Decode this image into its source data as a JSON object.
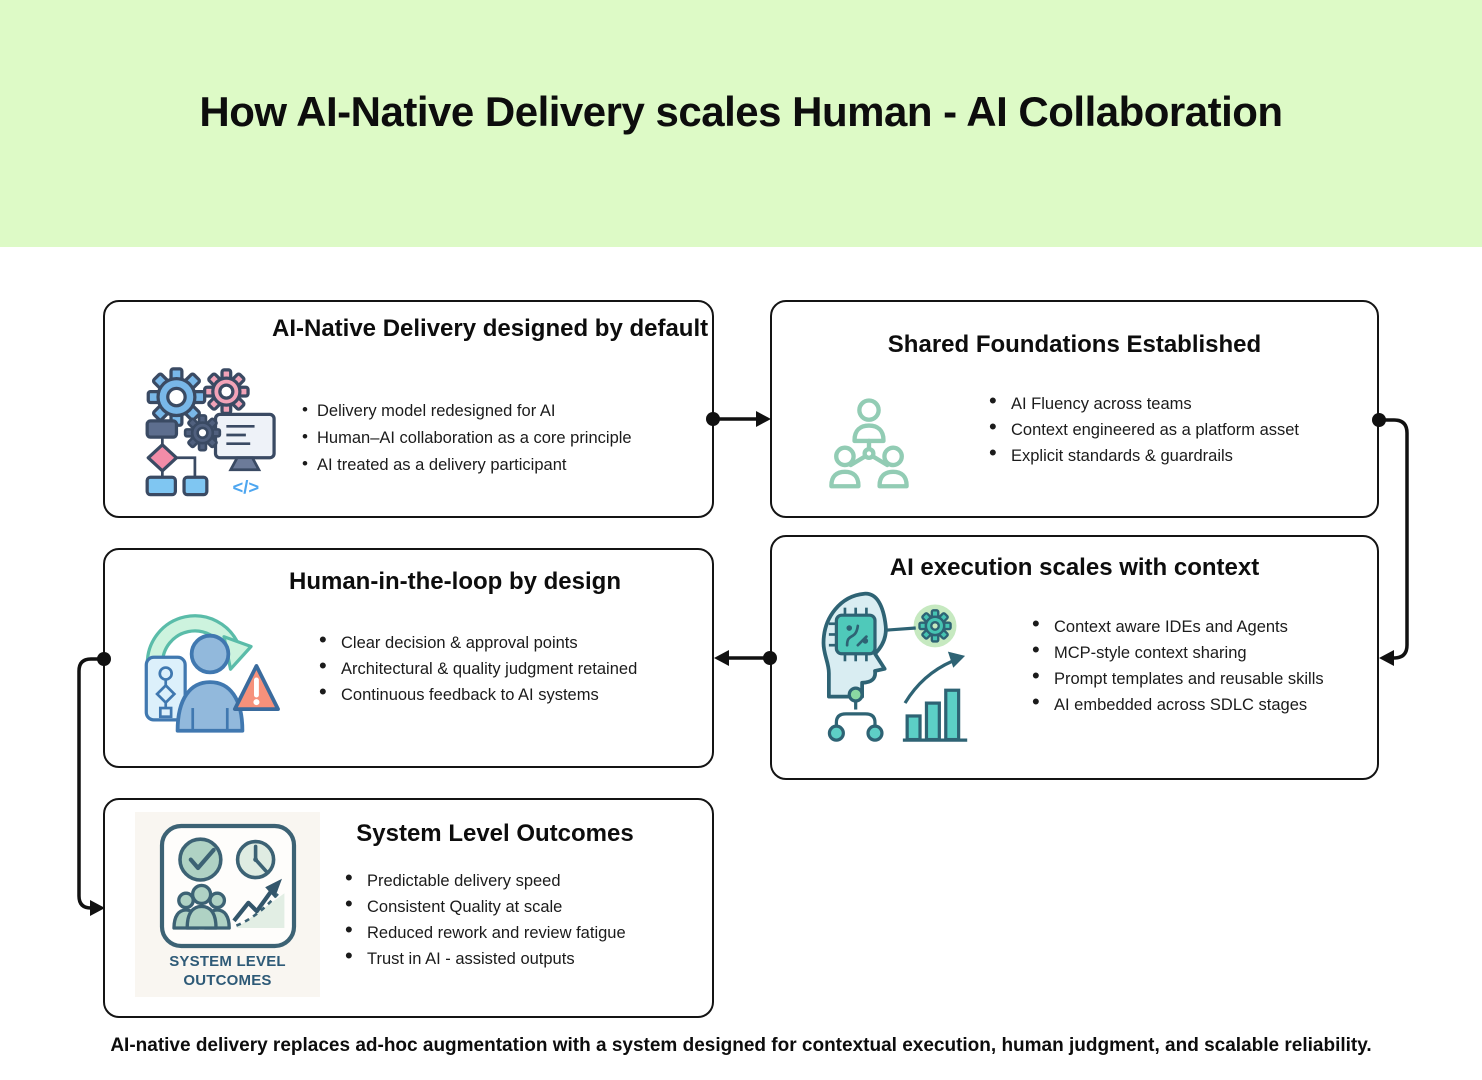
{
  "header": {
    "title": "How AI-Native Delivery scales Human - AI Collaboration"
  },
  "boxes": [
    {
      "id": "ai-native-delivery",
      "title": "AI-Native Delivery designed by default",
      "icon": "gears-flowchart-monitor-icon",
      "bullets": [
        "Delivery model redesigned for AI",
        "Human–AI collaboration as a core principle",
        "AI treated as a delivery participant"
      ]
    },
    {
      "id": "shared-foundations",
      "title": "Shared Foundations Established",
      "icon": "team-org-chart-icon",
      "bullets": [
        "AI Fluency across teams",
        "Context engineered as a platform asset",
        "Explicit standards & guardrails"
      ]
    },
    {
      "id": "ai-execution",
      "title": "AI execution scales with context",
      "icon": "ai-head-chip-icon",
      "bullets": [
        "Context aware IDEs and Agents",
        "MCP-style context sharing",
        "Prompt templates and reusable skills",
        "AI embedded across SDLC stages"
      ]
    },
    {
      "id": "human-in-the-loop",
      "title": "Human-in-the-loop by design",
      "icon": "human-loop-approval-icon",
      "bullets": [
        "Clear decision & approval points",
        "Architectural & quality judgment retained",
        "Continuous feedback to AI systems"
      ]
    },
    {
      "id": "system-level-outcomes",
      "title": "System Level Outcomes",
      "icon": "system-level-outcomes-badge-icon",
      "icon_caption": "SYSTEM LEVEL OUTCOMES",
      "bullets": [
        "Predictable delivery speed",
        "Consistent Quality at scale",
        "Reduced rework and review fatigue",
        "Trust in AI - assisted outputs"
      ]
    }
  ],
  "footer": {
    "text": "AI-native delivery replaces ad-hoc augmentation with a system designed for contextual execution, human judgment, and scalable reliability."
  },
  "colors": {
    "header_background": "#DDFAC6",
    "card_border": "#141414",
    "connector": "#111111",
    "teal_outline_icon": "#92CCB4",
    "blue_gear": "#79B7E8",
    "pink_gear": "#F2A3B8",
    "person_blue": "#92B9DC",
    "warning_salmon": "#F6917B",
    "mint_arrow": "#CDF3DE",
    "ai_teal": "#4FC9BA",
    "outcome_caption_blue": "#2E5A77",
    "outcome_tile_background": "#F9F6F1"
  }
}
